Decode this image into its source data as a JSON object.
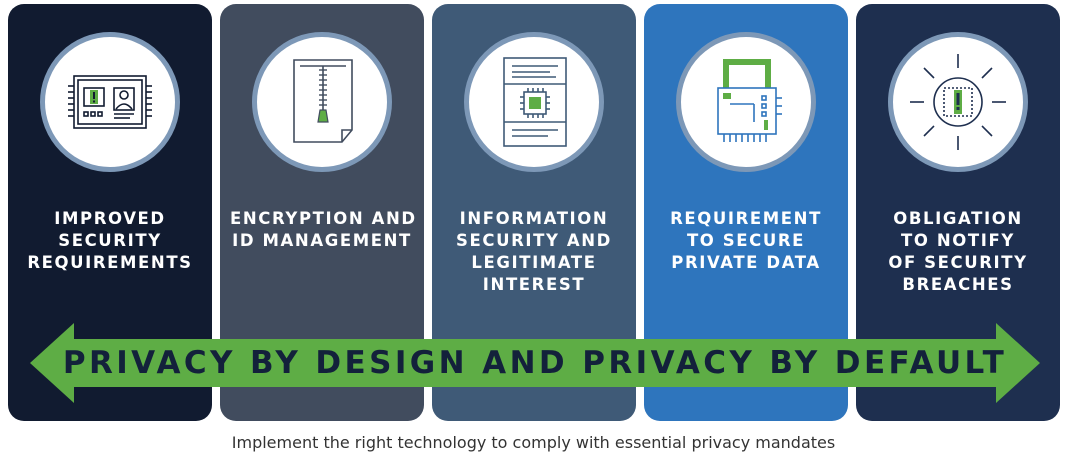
{
  "columns": [
    {
      "label_lines": [
        "IMPROVED",
        "SECURITY",
        "REQUIREMENTS"
      ],
      "color": "#111b30",
      "icon": "security-panel-icon"
    },
    {
      "label_lines": [
        "ENCRYPTION AND",
        "ID MANAGEMENT"
      ],
      "color": "#414c5e",
      "icon": "zipper-document-icon"
    },
    {
      "label_lines": [
        "INFORMATION",
        "SECURITY AND",
        "LEGITIMATE",
        "INTEREST"
      ],
      "color": "#3f5a77",
      "icon": "chip-document-icon"
    },
    {
      "label_lines": [
        "REQUIREMENT",
        "TO SECURE",
        "PRIVATE DATA"
      ],
      "color": "#2e75bd",
      "icon": "padlock-chip-icon"
    },
    {
      "label_lines": [
        "OBLIGATION",
        "TO NOTIFY",
        "OF SECURITY",
        "BREACHES"
      ],
      "color": "#1e2f4f",
      "icon": "alert-burst-icon"
    }
  ],
  "banner": {
    "text": "PRIVACY BY DESIGN AND PRIVACY BY DEFAULT",
    "color": "#5ead45"
  },
  "caption": "Implement the right technology to comply with essential privacy mandates",
  "colors": {
    "accent_green": "#5ead45",
    "circle_ring": "#7d98b7",
    "banner_text": "#13213b"
  }
}
